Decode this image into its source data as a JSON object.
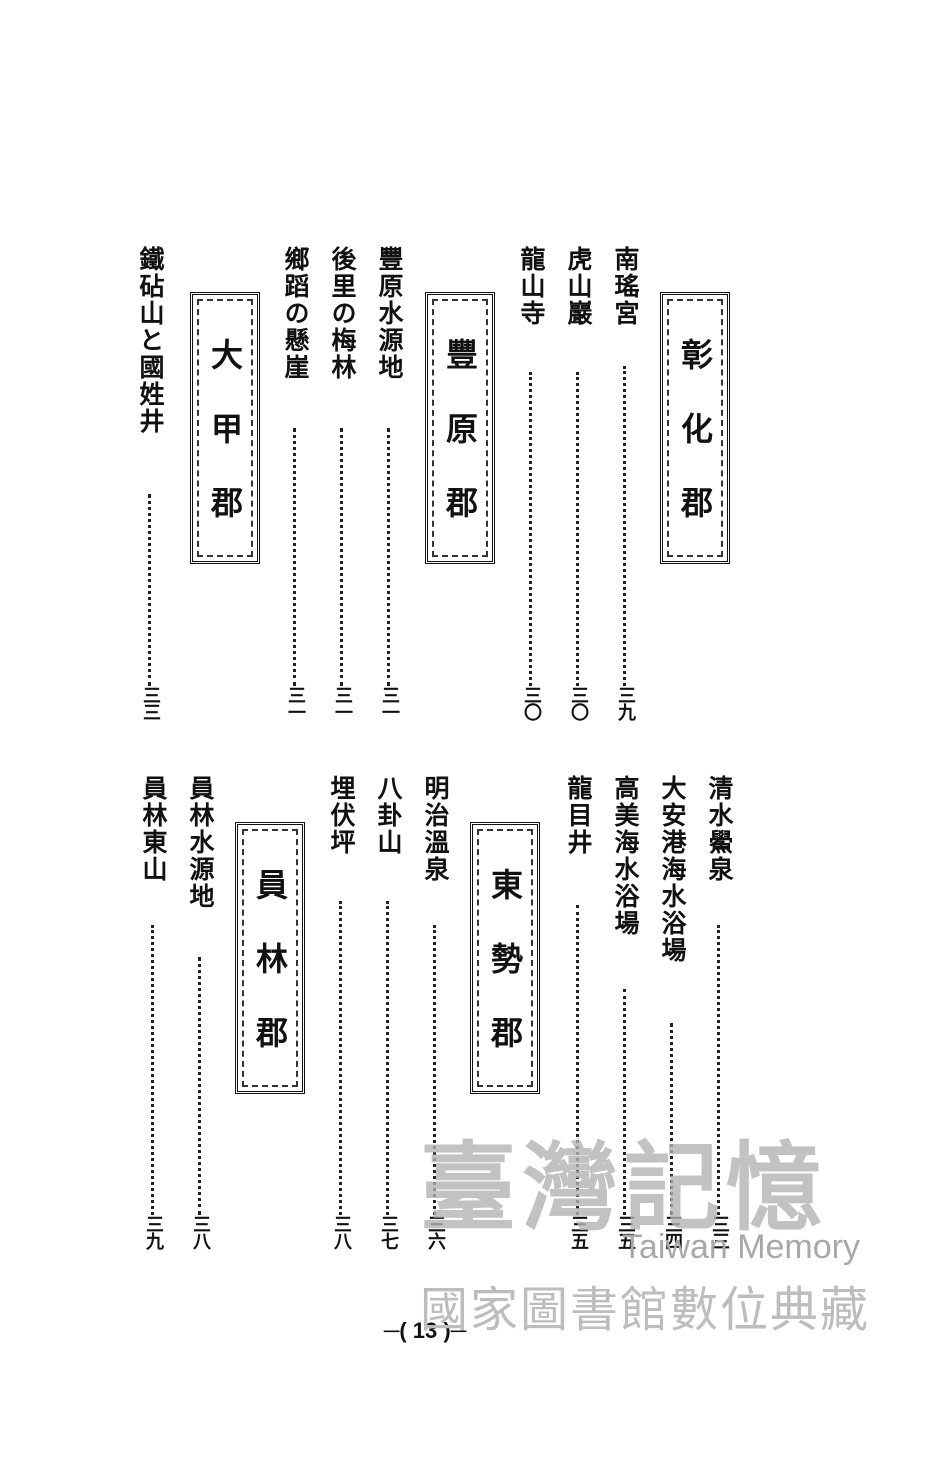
{
  "sections": [
    {
      "title": "彰化郡",
      "entries": [
        {
          "name": "南瑤宮",
          "page": "三九"
        },
        {
          "name": "虎山巖",
          "page": "三〇"
        },
        {
          "name": "龍山寺",
          "page": "三〇"
        }
      ]
    },
    {
      "title": "豐原郡",
      "entries": [
        {
          "name": "豐原水源地",
          "page": "三一"
        },
        {
          "name": "後里の梅林",
          "page": "三一"
        },
        {
          "name": "鄉蹈の懸崖",
          "page": "三一"
        }
      ]
    },
    {
      "title": "大甲郡",
      "entries": [
        {
          "name": "鐵砧山と國姓井",
          "page": "三三"
        }
      ]
    },
    {
      "title": "東勢郡",
      "entries": [
        {
          "name": "明治溫泉",
          "page": "三六"
        },
        {
          "name": "八卦山",
          "page": "三七"
        },
        {
          "name": "埋伏坪",
          "page": "三八"
        }
      ]
    },
    {
      "title": "員林郡",
      "entries": [
        {
          "name": "員林水源地",
          "page": "三八"
        },
        {
          "name": "員林東山",
          "page": "三九"
        }
      ]
    },
    {
      "title": "",
      "entries": [
        {
          "name": "清水鱟泉",
          "page": "三三"
        },
        {
          "name": "大安港海水浴場",
          "page": "三四"
        },
        {
          "name": "高美海水浴場",
          "page": "三五"
        },
        {
          "name": "龍目井",
          "page": "三五"
        }
      ]
    }
  ],
  "footer": {
    "page_number": "─( 13 )─"
  },
  "watermark": {
    "main": "臺灣記憶",
    "english": "Taiwan Memory",
    "sub": "國家圖書館數位典藏"
  }
}
